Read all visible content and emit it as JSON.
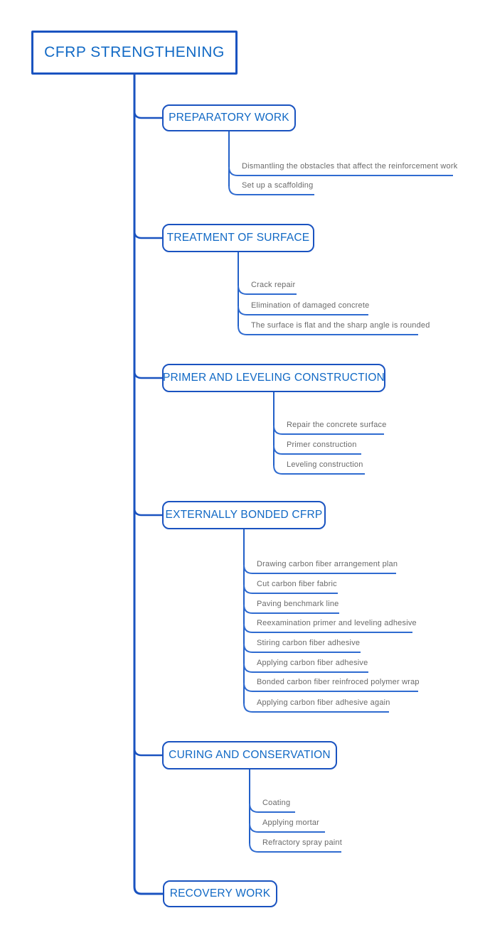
{
  "title": "CFRP STRENGTHENING",
  "colors": {
    "background": "#ffffff",
    "line_blue": "#1a53c0",
    "underline_blue": "#2f6bd0",
    "heading_text_blue": "#1169c5",
    "leaf_text_gray": "#6a6a6a"
  },
  "root": {
    "label": "CFRP STRENGTHENING"
  },
  "branches": [
    {
      "label": "PREPARATORY WORK",
      "children": [
        "Dismantling the obstacles that affect the reinforcement work",
        "Set up a scaffolding"
      ]
    },
    {
      "label": "TREATMENT OF SURFACE",
      "children": [
        "Crack repair",
        "Elimination of damaged concrete",
        "The surface is flat and the sharp angle is rounded"
      ]
    },
    {
      "label": "PRIMER AND LEVELING CONSTRUCTION",
      "children": [
        "Repair the concrete surface",
        "Primer construction",
        "Leveling construction"
      ]
    },
    {
      "label": "EXTERNALLY BONDED CFRP",
      "children": [
        "Drawing carbon fiber arrangement plan",
        "Cut carbon fiber fabric",
        "Paving benchmark line",
        "Reexamination primer and leveling adhesive",
        "Stiring carbon fiber adhesive",
        "Applying carbon fiber adhesive",
        "Bonded carbon fiber reinfroced polymer wrap",
        "Applying carbon fiber adhesive again"
      ]
    },
    {
      "label": "CURING AND CONSERVATION",
      "children": [
        "Coating",
        "Applying mortar",
        "Refractory spray paint"
      ]
    },
    {
      "label": "RECOVERY WORK",
      "children": []
    }
  ]
}
